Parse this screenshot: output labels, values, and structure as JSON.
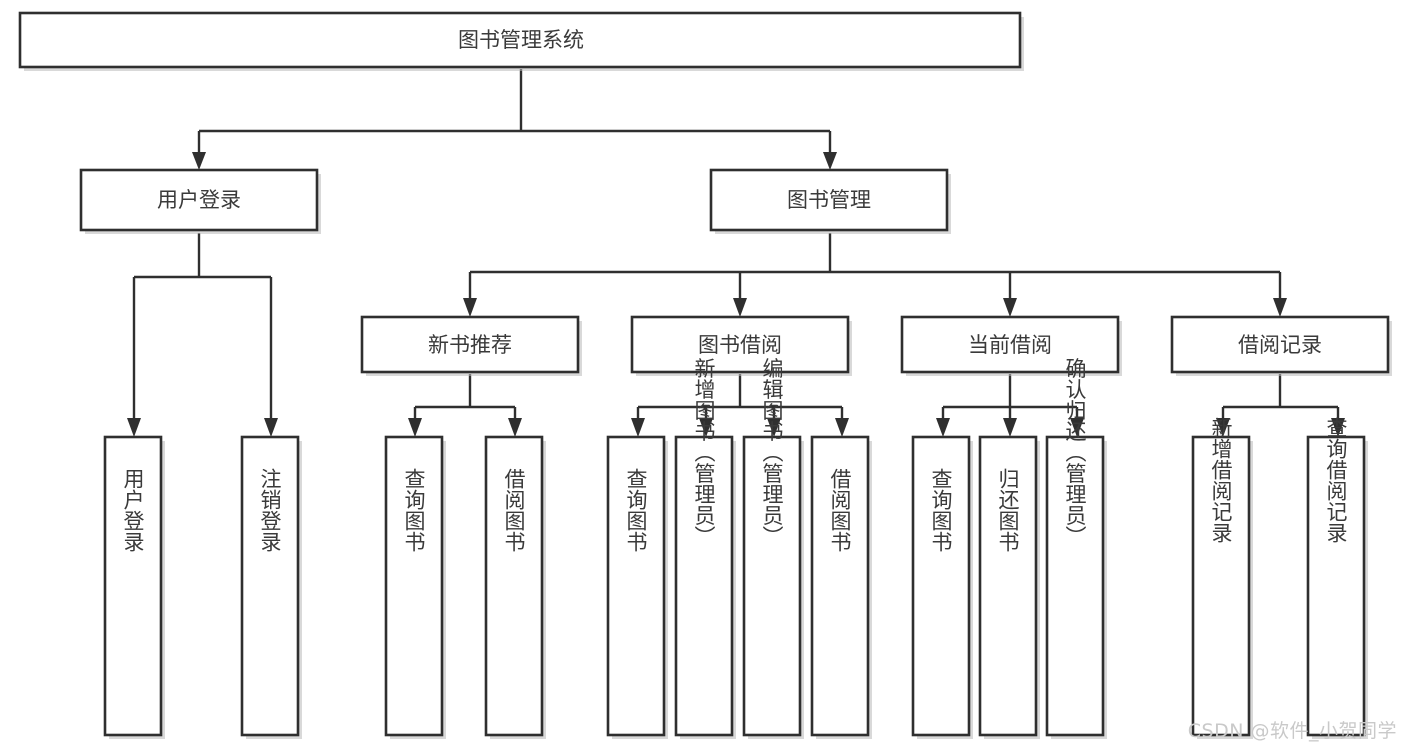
{
  "diagram": {
    "title": "图书管理系统",
    "type": "tree-hierarchy",
    "orientation": "top-down",
    "colors": {
      "box_stroke": "#2f2f2f",
      "box_fill": "#ffffff",
      "text": "#3a3a3a",
      "connector": "#2f2f2f",
      "watermark": "#c9c9c9",
      "background": "#ffffff"
    },
    "root": {
      "label": "图书管理系统"
    },
    "level2": [
      {
        "label": "用户登录"
      },
      {
        "label": "图书管理"
      }
    ],
    "level3": [
      {
        "label": "新书推荐"
      },
      {
        "label": "图书借阅"
      },
      {
        "label": "当前借阅"
      },
      {
        "label": "借阅记录"
      }
    ],
    "leaves": {
      "user_login": [
        {
          "label": "用户登录"
        },
        {
          "label": "注销登录"
        }
      ],
      "new_book": [
        {
          "label": "查询图书"
        },
        {
          "label": "借阅图书"
        }
      ],
      "book_borrow": [
        {
          "label": "查询图书"
        },
        {
          "label": "新增图书（管理员）"
        },
        {
          "label": "编辑图书（管理员）"
        },
        {
          "label": "借阅图书"
        }
      ],
      "current_borrow": [
        {
          "label": "查询图书"
        },
        {
          "label": "归还图书"
        },
        {
          "label": "确认归还（管理员）"
        }
      ],
      "borrow_record": [
        {
          "label": "新增借阅记录"
        },
        {
          "label": "查询借阅记录"
        }
      ]
    }
  },
  "watermark": {
    "text": "CSDN @软件_小贺同学"
  }
}
